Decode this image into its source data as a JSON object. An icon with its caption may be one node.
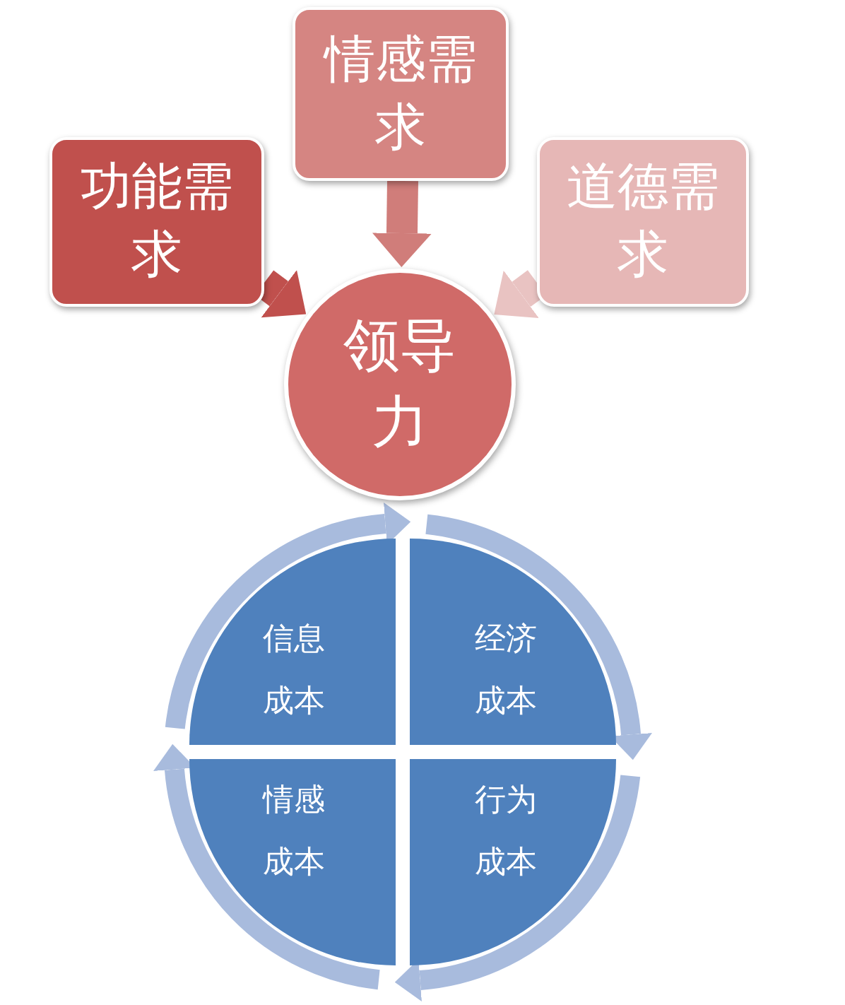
{
  "diagram": {
    "nodes": [
      {
        "text": [
          "功能需求"
        ]
      },
      {
        "text": [
          "情感需求"
        ]
      },
      {
        "text": [
          "道德需求"
        ]
      },
      {
        "text": [
          "领导力"
        ]
      },
      {
        "text": [
          "信息成本"
        ]
      },
      {
        "text": [
          "经济成本"
        ]
      },
      {
        "text": [
          "情感成本"
        ]
      },
      {
        "text": [
          "行为成本"
        ]
      }
    ],
    "edges": [
      {
        "from": 0,
        "to": 3,
        "arrow": "to",
        "color": "#c0504d"
      },
      {
        "from": 1,
        "to": 3,
        "arrow": "to",
        "color": "#d07d7a"
      },
      {
        "from": 2,
        "to": 3,
        "arrow": "to",
        "color": "#e9c3c2"
      },
      {
        "from": 4,
        "to": 5,
        "arrow": "to"
      },
      {
        "from": 5,
        "to": 7,
        "arrow": "to"
      },
      {
        "from": 7,
        "to": 6,
        "arrow": "to"
      },
      {
        "from": 6,
        "to": 4,
        "arrow": "to"
      }
    ]
  }
}
